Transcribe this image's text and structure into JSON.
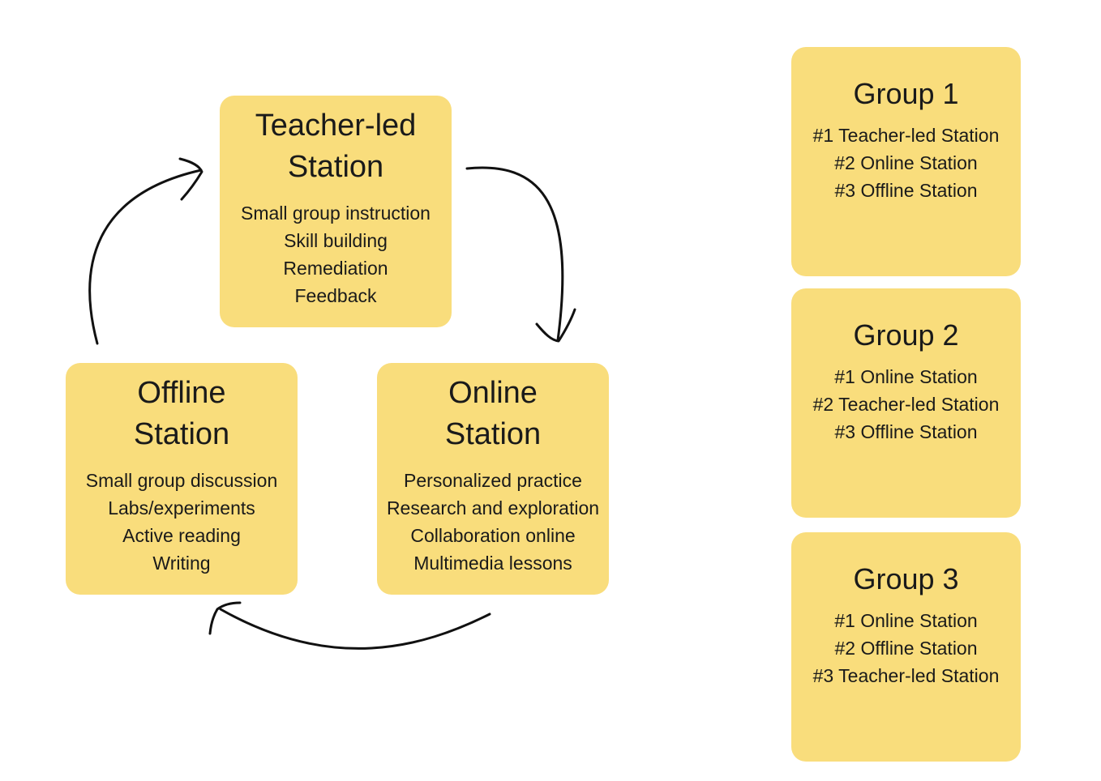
{
  "stations": [
    {
      "title_line1": "Teacher-led",
      "title_line2": "Station",
      "items": [
        "Small group instruction",
        "Skill building",
        "Remediation",
        "Feedback"
      ]
    },
    {
      "title_line1": "Offline",
      "title_line2": "Station",
      "items": [
        "Small group discussion",
        "Labs/experiments",
        "Active reading",
        "Writing"
      ]
    },
    {
      "title_line1": "Online",
      "title_line2": "Station",
      "items": [
        "Personalized practice",
        "Research and exploration",
        "Collaboration online",
        "Multimedia lessons"
      ]
    }
  ],
  "groups": [
    {
      "title": "Group 1",
      "items": [
        "#1 Teacher-led Station",
        "#2 Online Station",
        "#3 Offline Station"
      ]
    },
    {
      "title": "Group 2",
      "items": [
        "#1 Online Station",
        "#2 Teacher-led Station",
        "#3 Offline Station"
      ]
    },
    {
      "title": "Group 3",
      "items": [
        "#1 Online Station",
        "#2 Offline Station",
        "#3 Teacher-led Station"
      ]
    }
  ],
  "colors": {
    "card": "#f9dd7c",
    "arrow": "#111111",
    "background": "#ffffff"
  }
}
